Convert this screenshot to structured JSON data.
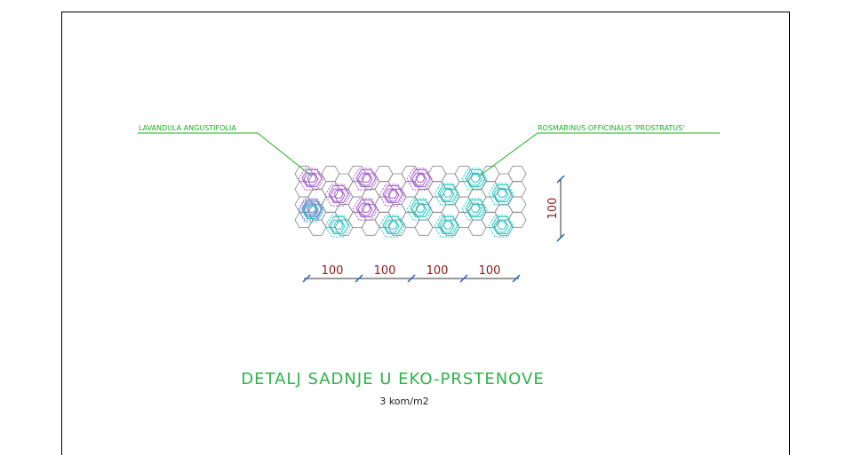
{
  "drawing": {
    "labels": {
      "left_plant": "LAVANDULA ANGUSTIFOLIA",
      "right_plant": "ROSMARINUS OFFICINALIS 'PROSTRATUS'"
    },
    "dimensions": {
      "horizontal": [
        "100",
        "100",
        "100",
        "100"
      ],
      "vertical": "100"
    },
    "title": "DETALJ SADNJE U  EKO-PRSTENOVE",
    "subtitle": "3 kom/m2",
    "colors": {
      "lavender": "#a855d8",
      "rosemary": "#22c7c7",
      "callout": "#19b21b",
      "dimension_text": "#8b1a1a",
      "dimension_ticks": "#1f5fbf",
      "hex_grid": "#888888",
      "title": "#2db34a"
    }
  }
}
